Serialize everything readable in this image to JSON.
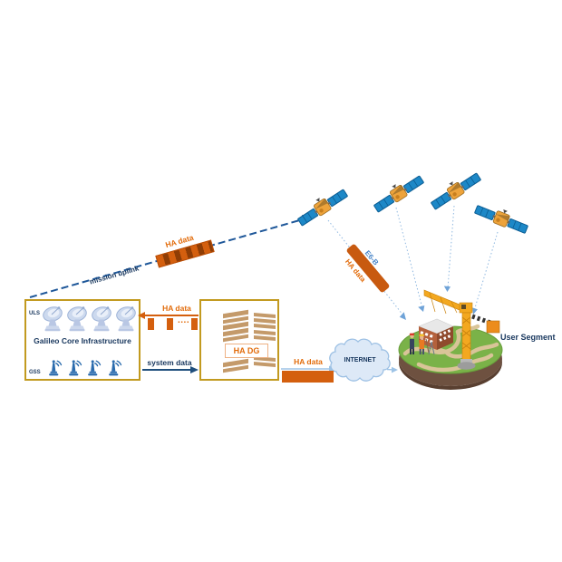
{
  "core_infrastructure": {
    "title": "Galileo Core Infrastructure",
    "uls_label": "ULS",
    "gss_label": "GSS"
  },
  "ha_dg": {
    "label": "HA DG"
  },
  "flows": {
    "ha_data_return": {
      "label": "HA data",
      "dots": "...."
    },
    "system_data": {
      "label": "system data"
    },
    "mission_uplink": {
      "label": "mission uplink",
      "data_label": "HA data"
    },
    "satellite_downlink": {
      "band_label": "E6-B",
      "data_label": "HA data"
    },
    "internet_feed": {
      "label": "HA data"
    }
  },
  "internet": {
    "label": "INTERNET"
  },
  "user_segment": {
    "label": "User Segment"
  },
  "icons": {
    "uplink_station": "satellite-dish-icon",
    "sensor_station": "antenna-icon",
    "satellite": "satellite-icon",
    "internet": "cloud-icon",
    "user_segment": "terrain-island-illustration"
  },
  "colors": {
    "accent_orange": "#D45F0E",
    "orange_text": "#E26B0A",
    "box_border_gold": "#C29A1F",
    "navy_text": "#1F3864",
    "link_navy": "#1F4E7C",
    "uplink_dash_blue": "#1E5799",
    "downlink_light_blue": "#8FB8E0",
    "satellite_panel_blue": "#1D88C7",
    "grass_green": "#7AB248",
    "building_tan": "#C49A6A"
  }
}
